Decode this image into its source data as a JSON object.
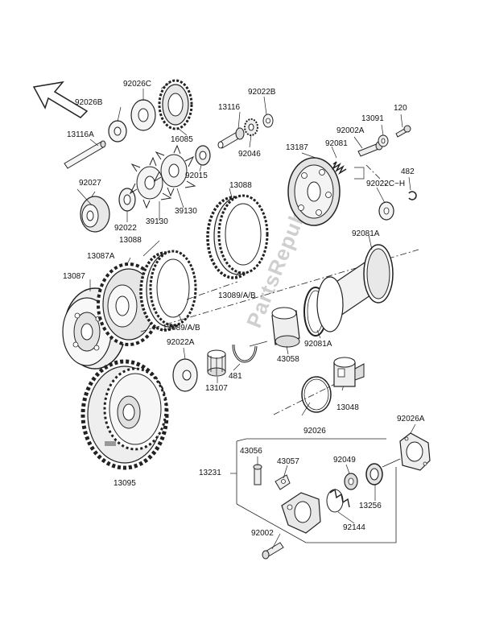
{
  "colors": {
    "line": "#222222",
    "part": "#f4f4f4",
    "shade": "#cfcfcf",
    "watermark": "#cfcfcf"
  },
  "watermark": "PartsRepublik",
  "labels": {
    "p92026C": "92026C",
    "p92026B": "92026B",
    "p13116A": "13116A",
    "p16085": "16085",
    "p13116": "13116",
    "p92022B": "92022B",
    "p92046": "92046",
    "p92027": "92027",
    "p92022": "92022",
    "p39130a": "39130",
    "p39130b": "39130",
    "p92015": "92015",
    "p13088a": "13088",
    "p13088b": "13088",
    "p13087A": "13087A",
    "p13087": "13087",
    "p13089a": "13089/A/B",
    "p13089b": "13089/A/B",
    "p120": "120",
    "p13091": "13091",
    "p92002A": "92002A",
    "p13187": "13187",
    "p92081": "92081",
    "p482": "482",
    "p92022CH": "92022C~H",
    "p92081A_top": "92081A",
    "p92081A_bot": "92081A",
    "p43058": "43058",
    "p92022A": "92022A",
    "p481": "481",
    "p13107": "13107",
    "p13048": "13048",
    "p92026": "92026",
    "p92026A": "92026A",
    "p13095": "13095",
    "p43056": "43056",
    "p43057": "43057",
    "p92049": "92049",
    "p13231": "13231",
    "p13256": "13256",
    "p92144": "92144",
    "p92002": "92002"
  }
}
